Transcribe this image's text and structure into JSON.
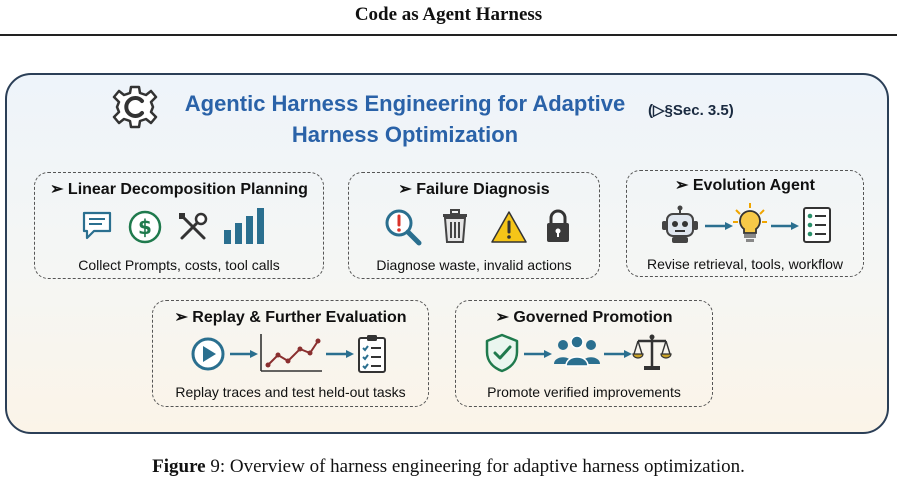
{
  "header": {
    "title": "Code as Agent Harness"
  },
  "panel": {
    "title_line1": "Agentic Harness Engineering for Adaptive",
    "title_line2": "Harness Optimization",
    "section_ref": "(▷§Sec. 3.5)"
  },
  "boxes": [
    {
      "title": "➢ Linear Decomposition Planning",
      "caption": "Collect Prompts, costs, tool calls"
    },
    {
      "title": "➢ Failure Diagnosis",
      "caption": "Diagnose waste, invalid actions"
    },
    {
      "title": "➢ Evolution Agent",
      "caption": "Revise retrieval, tools, workflow"
    },
    {
      "title": "➢ Replay & Further Evaluation",
      "caption": "Replay traces and test held-out tasks"
    },
    {
      "title": "➢ Governed Promotion",
      "caption": "Promote verified improvements"
    }
  ],
  "icons": {
    "box1": [
      "chat-icon",
      "dollar-icon",
      "tools-icon",
      "bar-chart-icon"
    ],
    "box2": [
      "magnifier-alert-icon",
      "trash-icon",
      "warning-icon",
      "lock-icon"
    ],
    "box3": [
      "robot-icon",
      "lightbulb-icon",
      "checklist-icon"
    ],
    "box4": [
      "play-icon",
      "line-graph-icon",
      "checklist-icon"
    ],
    "box5": [
      "shield-check-icon",
      "team-icon",
      "scales-icon"
    ]
  },
  "colors": {
    "accent_blue": "#2a62a8",
    "icon_teal": "#2a6f8f",
    "arrow_blue": "#2a6f8f",
    "warning_yellow": "#f5c518"
  },
  "figure_caption": {
    "label": "Figure",
    "number": "9",
    "text": ": Overview of harness engineering for adaptive harness optimization."
  }
}
